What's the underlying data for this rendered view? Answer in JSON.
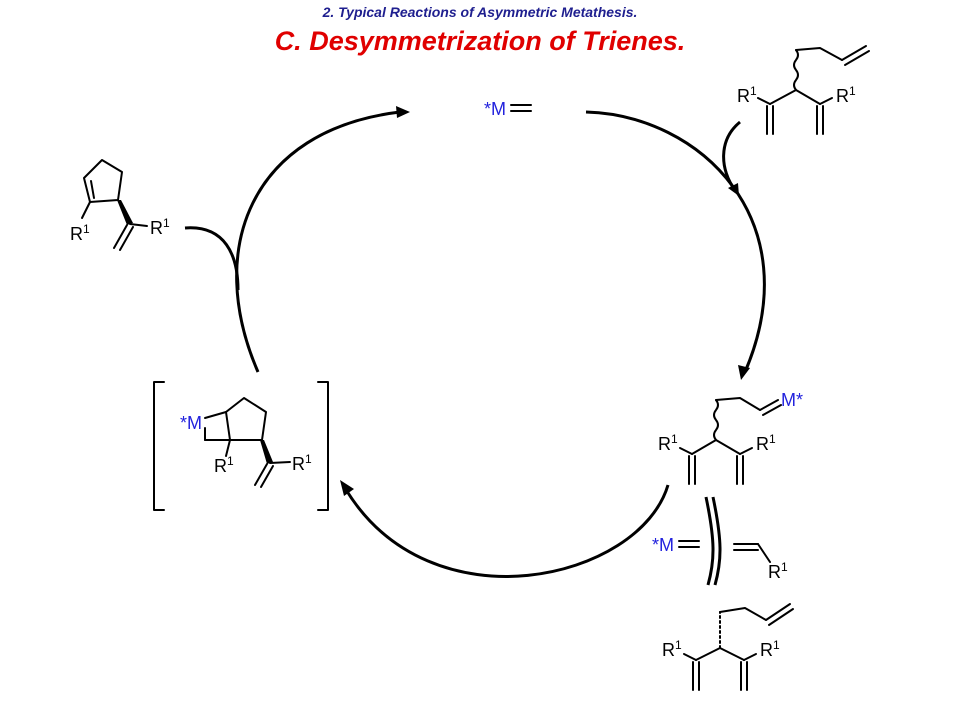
{
  "header": {
    "subtitle": "2. Typical Reactions of Asymmetric Metathesis.",
    "title": "C. Desymmetrization of Trienes."
  },
  "labels": {
    "catalyst": "*M",
    "metal_suffix": "M*",
    "r_group": "R",
    "r_superscript": "1"
  },
  "colors": {
    "subtitle": "#1f1f8f",
    "title": "#e00000",
    "metal": "#2222dd",
    "ink": "#000000"
  }
}
